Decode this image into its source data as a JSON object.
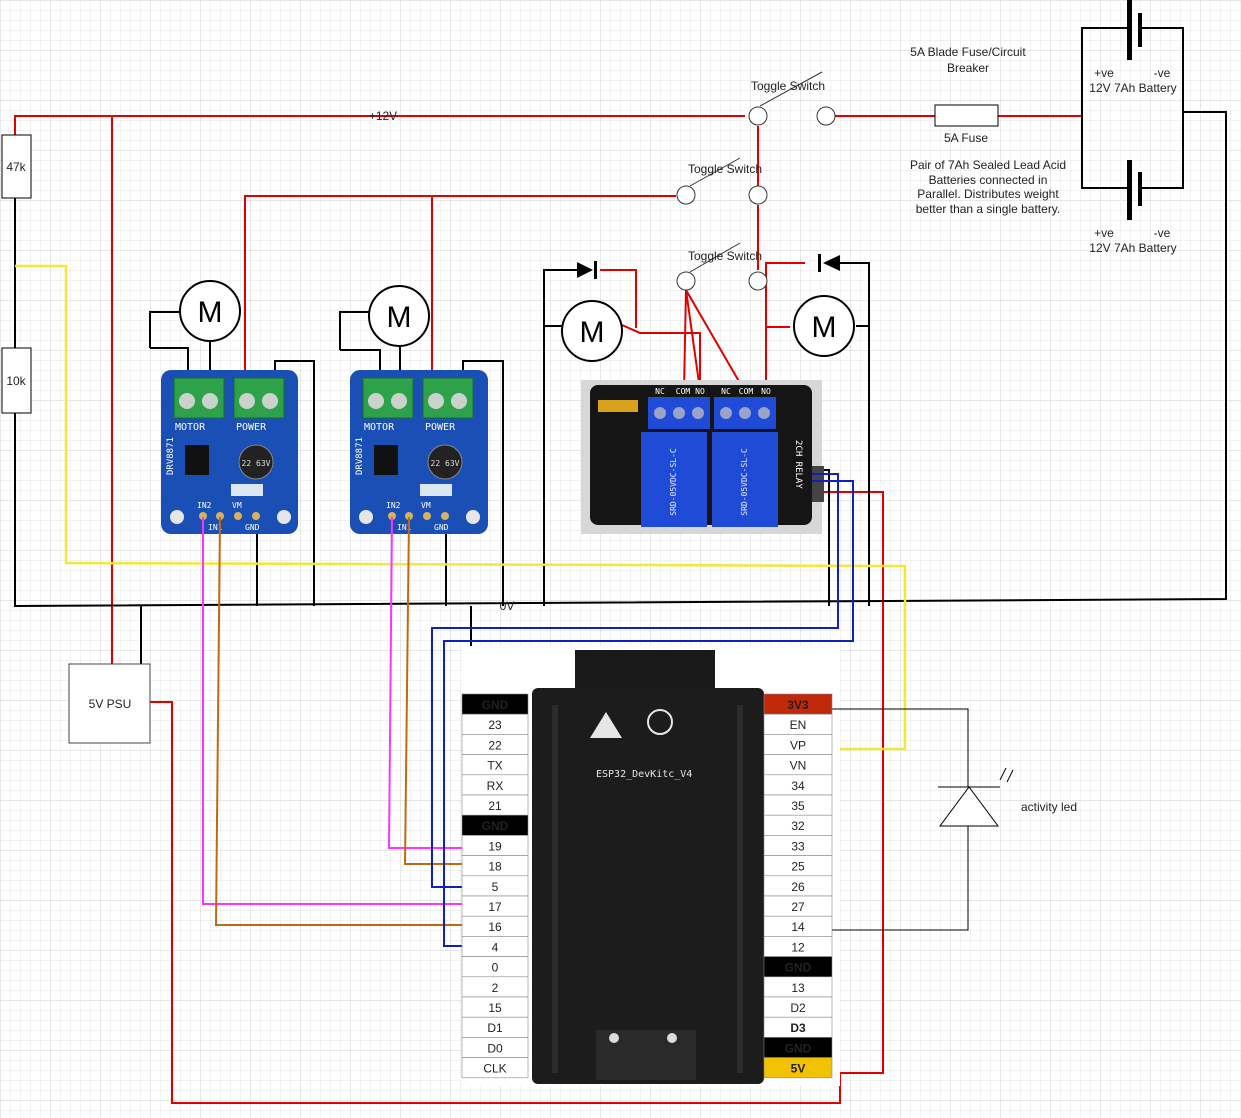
{
  "labels": {
    "fuse_title": "5A Blade Fuse/Circuit",
    "fuse_title2": "Breaker",
    "fuse": "5A Fuse",
    "rail_12v": "+12V",
    "rail_0v": "0V",
    "toggle1": "Toggle Switch",
    "toggle2": "Toggle Switch",
    "toggle3": "Toggle Switch",
    "battery1_pos": "+ve",
    "battery1_neg": "-ve",
    "battery1": "12V 7Ah Battery",
    "battery2_pos": "+ve",
    "battery2_neg": "-ve",
    "battery2": "12V 7Ah Battery",
    "note1": "Pair of 7Ah Sealed Lead Acid",
    "note2": "Batteries connected in",
    "note3": "Parallel. Distributes weight",
    "note4": "better than a single battery.",
    "r1": "47k",
    "r2": "10k",
    "psu": "5V PSU",
    "activity_led": "activity led",
    "motor": "M",
    "drv_motor": "MOTOR",
    "drv_power": "POWER",
    "drv_chip": "DRV8871",
    "drv_in2": "IN2",
    "drv_in1": "IN1",
    "drv_vm": "VM",
    "drv_gnd": "GND",
    "cap_text": "22 63V",
    "relay_title": "2CH RELAY",
    "relay_no": "NO",
    "relay_com": "COM",
    "relay_nc": "NC",
    "relay_model": "SRD-05VDC-SL-C",
    "esp_name": "ESP32_DevKitc_V4"
  },
  "esp_left_pins": [
    "GND",
    "23",
    "22",
    "TX",
    "RX",
    "21",
    "GND",
    "19",
    "18",
    "5",
    "17",
    "16",
    "4",
    "0",
    "2",
    "15",
    "D1",
    "D0",
    "CLK"
  ],
  "esp_right_pins": [
    "3V3",
    "EN",
    "VP",
    "VN",
    "34",
    "35",
    "32",
    "33",
    "25",
    "26",
    "27",
    "14",
    "12",
    "GND",
    "13",
    "D2",
    "D3",
    "GND",
    "5V"
  ],
  "colors": {
    "wire_12v": "#e00000",
    "wire_gnd": "#000000",
    "wire_yellow": "#f5e63a",
    "wire_magenta": "#ff33ff",
    "wire_orange": "#c06a10",
    "wire_blue": "#1020c0",
    "pin_3v3": "#c0290a",
    "pin_5v": "#f2c100",
    "pin_gnd": "#000000",
    "drv_board": "#1a4fb5",
    "terminal": "#2ea24a"
  }
}
